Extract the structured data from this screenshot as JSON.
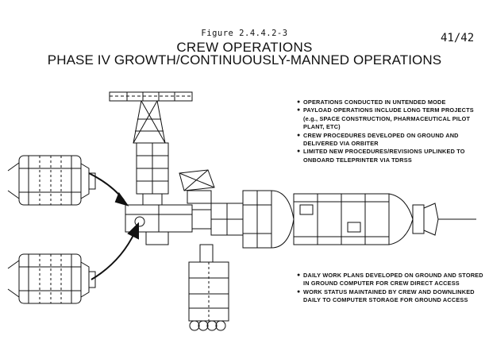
{
  "figure": {
    "number": "Figure 2.4.4.2-3",
    "page_number": "41/42",
    "title_line1": "CREW OPERATIONS",
    "title_line2": "PHASE IV GROWTH/CONTINUOUSLY-MANNED OPERATIONS"
  },
  "notes_top": [
    "OPERATIONS CONDUCTED IN UNTENDED MODE",
    "PAYLOAD OPERATIONS INCLUDE LONG TERM PROJECTS (e.g., SPACE CONSTRUCTION, PHARMACEUTICAL PILOT PLANT, ETC)",
    "CREW PROCEDURES DEVELOPED ON GROUND AND DELIVERED VIA ORBITER",
    "LIMITED NEW PROCEDURES/REVISIONS UPLINKED TO ONBOARD TELEPRINTER VIA TDRSS"
  ],
  "notes_bottom": [
    "DAILY WORK PLANS DEVELOPED ON GROUND AND STORED IN GROUND COMPUTER FOR CREW DIRECT ACCESS",
    "WORK STATUS MAINTAINED BY CREW AND DOWNLINKED DAILY TO COMPUTER STORAGE FOR GROUND ACCESS"
  ]
}
